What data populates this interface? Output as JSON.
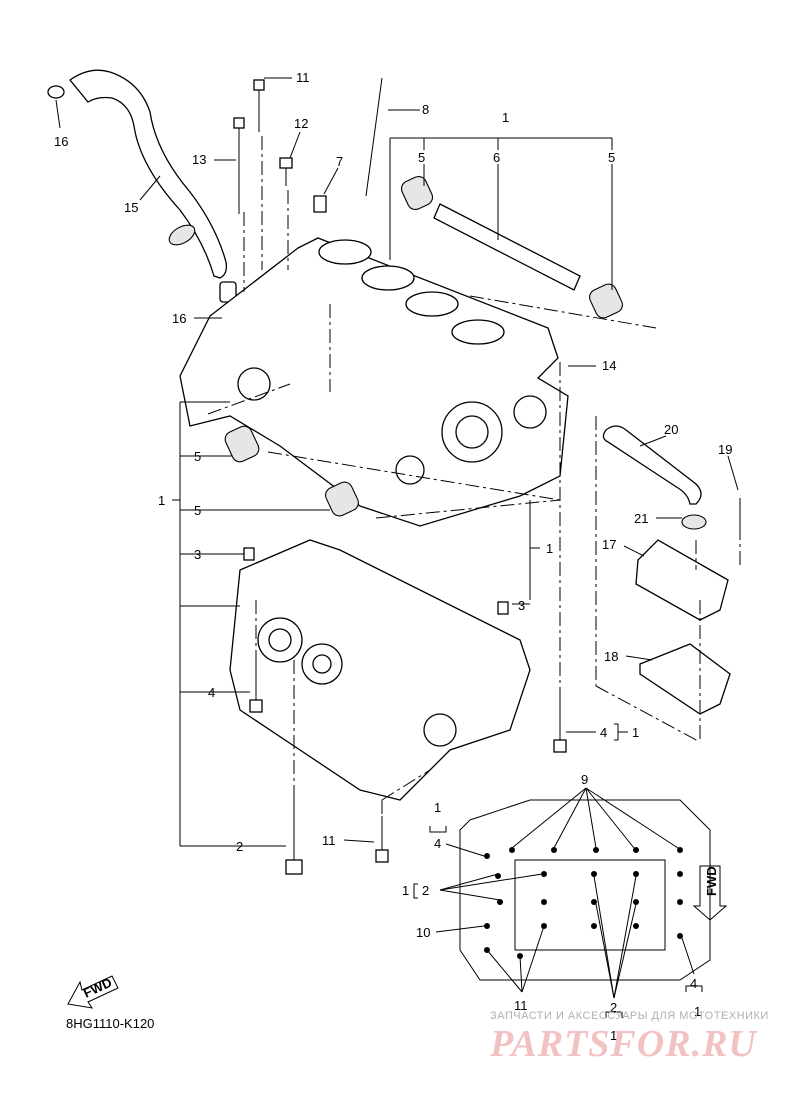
{
  "diagram_code": "8HG1110-K120",
  "watermark": {
    "tagline": "ЗАПЧАСТИ И АКСЕССУАРЫ ДЛЯ МОТОТЕХНИКИ",
    "logo": "PARTSFOR.RU"
  },
  "fwd_label": "FWD",
  "callouts": {
    "c1_top": "1",
    "c5_left": "5",
    "c6": "6",
    "c5_right": "5",
    "c7": "7",
    "c8": "8",
    "c11_top": "11",
    "c12": "12",
    "c13": "13",
    "c14": "14",
    "c15": "15",
    "c16_top": "16",
    "c16_mid": "16",
    "c5_a": "5",
    "c5_b": "5",
    "c1_left": "1",
    "c3_left": "3",
    "c3_right": "3",
    "c1_right": "1",
    "c4_left": "4",
    "c4_right": "4",
    "c4_right_1": "1",
    "c2_left": "2",
    "c11_bottom": "11",
    "c20": "20",
    "c19": "19",
    "c21": "21",
    "c17": "17",
    "c18": "18",
    "c9": "9",
    "c1_b1": "1",
    "c4_b1": "4",
    "c1_b2": "1",
    "c2_b1": "2",
    "c10": "10",
    "c11_b": "11",
    "c2_b2": "2",
    "c1_b3": "1",
    "c4_b2": "4",
    "c1_b4": "1"
  }
}
